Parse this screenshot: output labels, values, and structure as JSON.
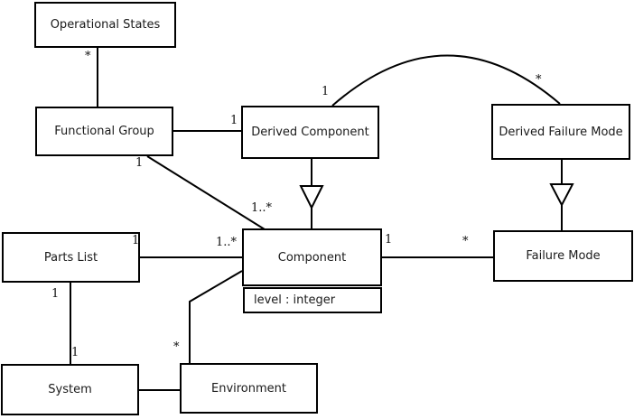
{
  "diagram": {
    "kind": "uml-class-diagram",
    "colors": {
      "background": "#ffffff",
      "line": "#000000",
      "text": "#1a1a1a"
    },
    "classes": {
      "operational_states": {
        "name": "Operational States"
      },
      "functional_group": {
        "name": "Functional Group"
      },
      "derived_component": {
        "name": "Derived Component"
      },
      "derived_failure_mode": {
        "name": "Derived Failure Mode"
      },
      "parts_list": {
        "name": "Parts List"
      },
      "component": {
        "name": "Component",
        "attribute": "level : integer"
      },
      "failure_mode": {
        "name": "Failure Mode"
      },
      "system": {
        "name": "System"
      },
      "environment": {
        "name": "Environment"
      }
    },
    "associations": [
      {
        "a": "Operational States",
        "b": "Functional Group",
        "label_a": "*"
      },
      {
        "a": "Functional Group",
        "b": "Derived Component",
        "label_b": "1"
      },
      {
        "a": "Functional Group",
        "b": "Component",
        "label_a": "1",
        "label_b": "1..*"
      },
      {
        "a": "Derived Component",
        "b": "Derived Failure Mode",
        "label_a": "1",
        "label_b": "*"
      },
      {
        "a": "Parts List",
        "b": "Component",
        "label_a": "1",
        "label_b": "1..*"
      },
      {
        "a": "Component",
        "b": "Failure Mode",
        "label_a": "1",
        "label_b": "*"
      },
      {
        "a": "Parts List",
        "b": "System",
        "label_a": "1",
        "label_b": "1"
      },
      {
        "a": "System",
        "b": "Environment"
      },
      {
        "a": "Environment",
        "b": "Component",
        "label_a": "*"
      }
    ],
    "generalizations": [
      {
        "child": "Derived Component",
        "parent": "Component"
      },
      {
        "child": "Derived Failure Mode",
        "parent": "Failure Mode"
      }
    ]
  }
}
